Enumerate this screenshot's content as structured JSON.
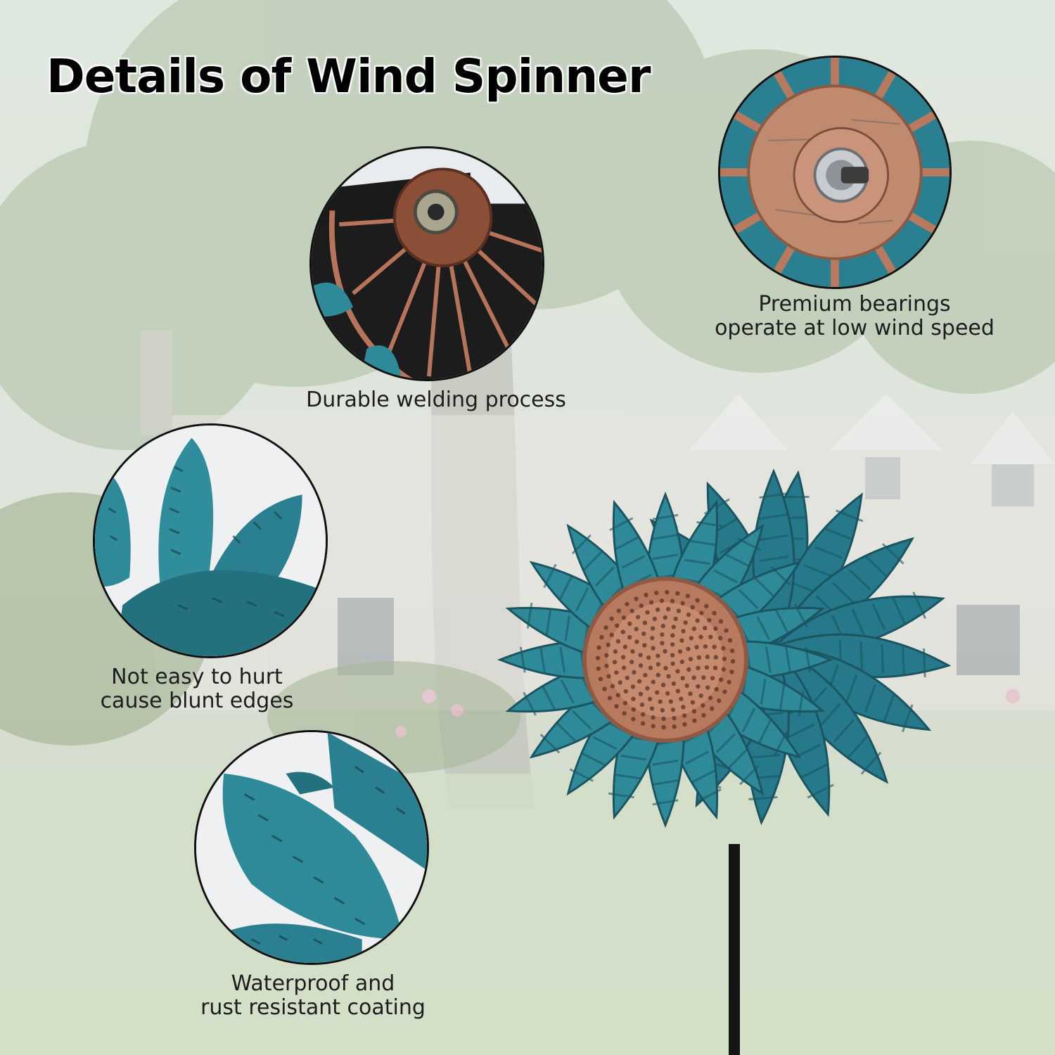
{
  "title": "Details of Wind Spinner",
  "features": [
    {
      "name": "bearings",
      "lines": [
        "Premium bearings",
        "operate at low wind speed"
      ]
    },
    {
      "name": "welding",
      "lines": [
        "Durable welding process"
      ]
    },
    {
      "name": "edges",
      "lines": [
        "Not easy to hurt",
        "cause blunt edges"
      ]
    },
    {
      "name": "coating",
      "lines": [
        "Waterproof and",
        "rust resistant coating"
      ]
    }
  ],
  "colors": {
    "petal": "#2e8a99",
    "petal_dark": "#1b5561",
    "copper": "#b77a5e",
    "background_foliage": "#a9bca0"
  }
}
